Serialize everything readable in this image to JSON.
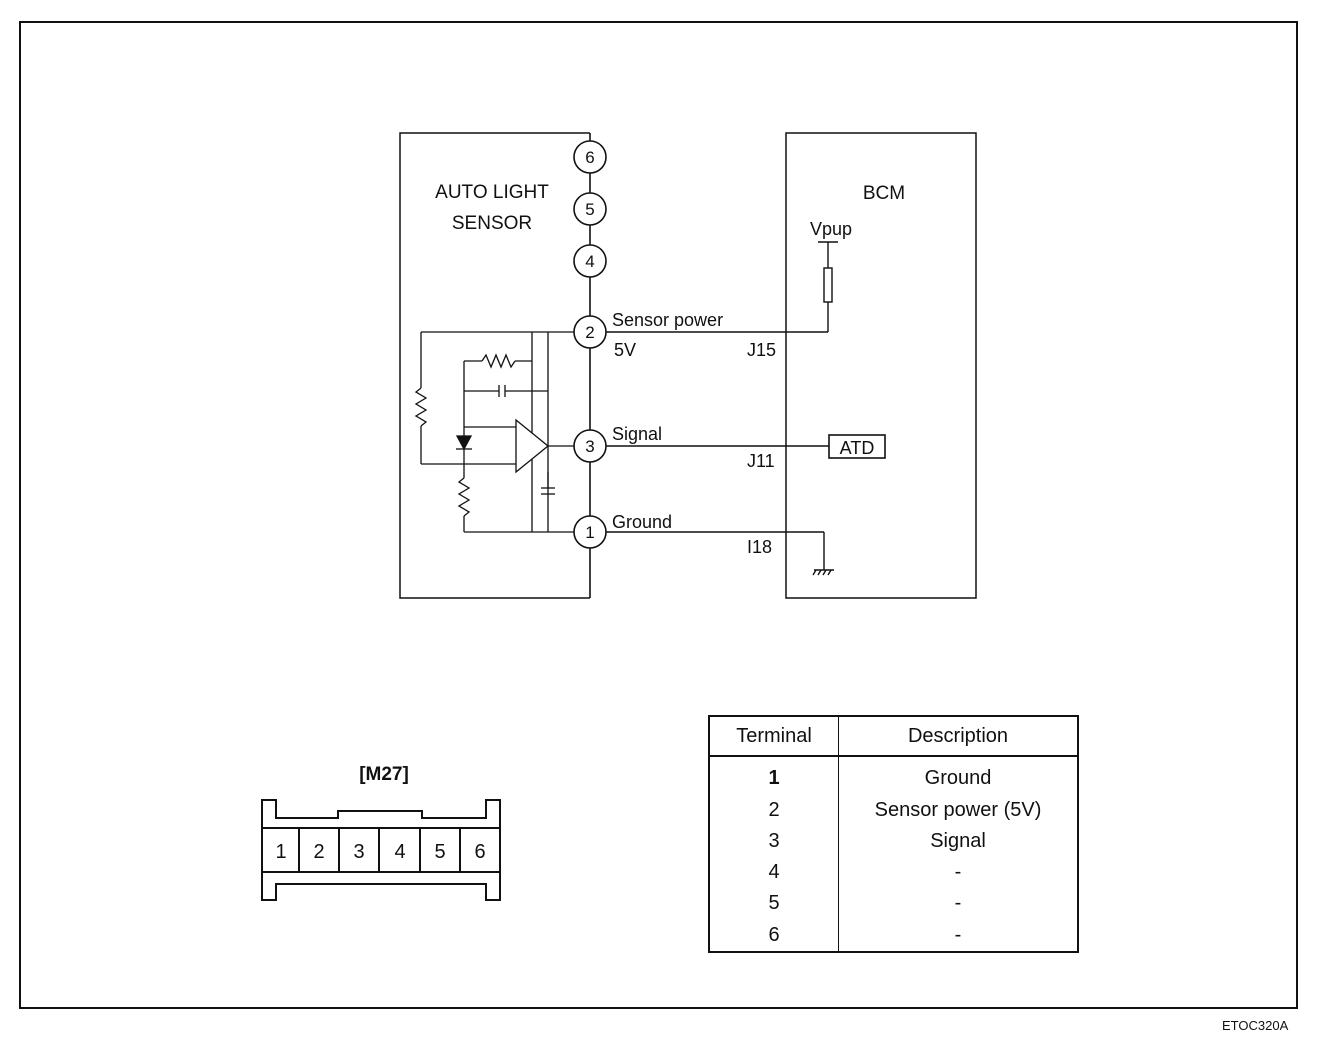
{
  "sensor": {
    "title_line1": "AUTO LIGHT",
    "title_line2": "SENSOR"
  },
  "bcm": {
    "title": "BCM",
    "vpup": "Vpup",
    "atd": "ATD"
  },
  "pins": [
    "6",
    "5",
    "4",
    "2",
    "3",
    "1"
  ],
  "wires": [
    {
      "name": "Sensor power",
      "sub": "5V",
      "bcm_pin": "J15"
    },
    {
      "name": "Signal",
      "bcm_pin": "J11"
    },
    {
      "name": "Ground",
      "bcm_pin": "I18"
    }
  ],
  "connector": {
    "id": "[M27]",
    "pins": [
      "1",
      "2",
      "3",
      "4",
      "5",
      "6"
    ]
  },
  "table": {
    "headers": [
      "Terminal",
      "Description"
    ],
    "rows": [
      [
        "1",
        "Ground"
      ],
      [
        "2",
        "Sensor power (5V)"
      ],
      [
        "3",
        "Signal"
      ],
      [
        "4",
        "-"
      ],
      [
        "5",
        "-"
      ],
      [
        "6",
        "-"
      ]
    ]
  },
  "figure_code": "ETOC320A"
}
